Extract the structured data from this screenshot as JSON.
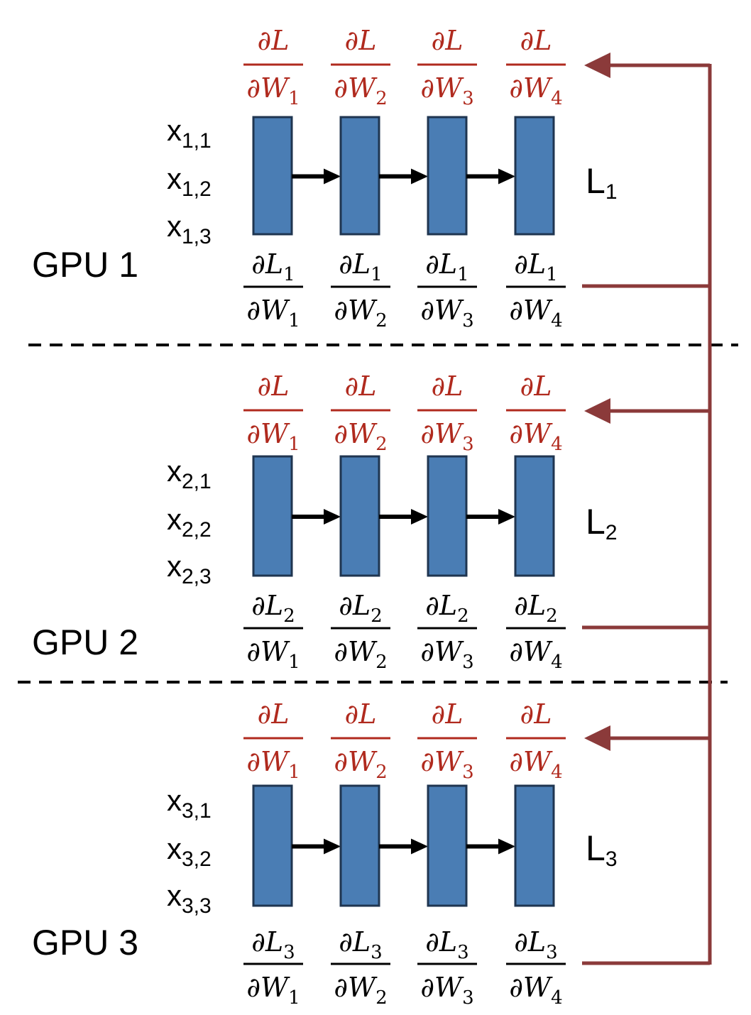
{
  "colors": {
    "block_fill": "#4a7db4",
    "block_stroke": "#1f3550",
    "global_grad": "#b02a1e",
    "sync_line": "#8b3a3a",
    "text": "#000000"
  },
  "global_gradients": [
    {
      "num": "∂L",
      "den": "∂W",
      "den_sub": "1"
    },
    {
      "num": "∂L",
      "den": "∂W",
      "den_sub": "2"
    },
    {
      "num": "∂L",
      "den": "∂W",
      "den_sub": "3"
    },
    {
      "num": "∂L",
      "den": "∂W",
      "den_sub": "4"
    }
  ],
  "gpus": [
    {
      "label": "GPU 1",
      "loss": "L",
      "loss_sub": "1",
      "inputs": [
        {
          "base": "x",
          "sub": "1,1"
        },
        {
          "base": "x",
          "sub": "1,2"
        },
        {
          "base": "x",
          "sub": "1,3"
        }
      ],
      "local_gradients": [
        {
          "num": "∂L",
          "num_sub": "1",
          "den": "∂W",
          "den_sub": "1"
        },
        {
          "num": "∂L",
          "num_sub": "1",
          "den": "∂W",
          "den_sub": "2"
        },
        {
          "num": "∂L",
          "num_sub": "1",
          "den": "∂W",
          "den_sub": "3"
        },
        {
          "num": "∂L",
          "num_sub": "1",
          "den": "∂W",
          "den_sub": "4"
        }
      ]
    },
    {
      "label": "GPU 2",
      "loss": "L",
      "loss_sub": "2",
      "inputs": [
        {
          "base": "x",
          "sub": "2,1"
        },
        {
          "base": "x",
          "sub": "2,2"
        },
        {
          "base": "x",
          "sub": "2,3"
        }
      ],
      "local_gradients": [
        {
          "num": "∂L",
          "num_sub": "2",
          "den": "∂W",
          "den_sub": "1"
        },
        {
          "num": "∂L",
          "num_sub": "2",
          "den": "∂W",
          "den_sub": "2"
        },
        {
          "num": "∂L",
          "num_sub": "2",
          "den": "∂W",
          "den_sub": "3"
        },
        {
          "num": "∂L",
          "num_sub": "2",
          "den": "∂W",
          "den_sub": "4"
        }
      ]
    },
    {
      "label": "GPU 3",
      "loss": "L",
      "loss_sub": "3",
      "inputs": [
        {
          "base": "x",
          "sub": "3,1"
        },
        {
          "base": "x",
          "sub": "3,2"
        },
        {
          "base": "x",
          "sub": "3,3"
        }
      ],
      "local_gradients": [
        {
          "num": "∂L",
          "num_sub": "3",
          "den": "∂W",
          "den_sub": "1"
        },
        {
          "num": "∂L",
          "num_sub": "3",
          "den": "∂W",
          "den_sub": "2"
        },
        {
          "num": "∂L",
          "num_sub": "3",
          "den": "∂W",
          "den_sub": "3"
        },
        {
          "num": "∂L",
          "num_sub": "3",
          "den": "∂W",
          "den_sub": "4"
        }
      ]
    }
  ]
}
